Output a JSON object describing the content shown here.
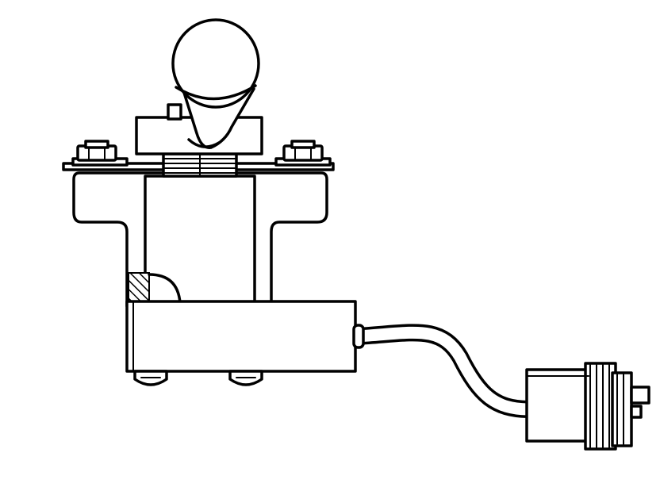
{
  "figure": {
    "kind": "line-drawing",
    "subject": "toggle-switch-assembly",
    "line_color": "#000000",
    "background": "#ffffff"
  },
  "parts": [
    "toggle-knob",
    "bracket-plate",
    "mounting-bolt-left",
    "mounting-bolt-right",
    "threaded-collar",
    "mounting-flange",
    "switch-body",
    "base-housing",
    "bottom-screw-left",
    "bottom-screw-right",
    "wire-harness",
    "electrical-connector"
  ]
}
